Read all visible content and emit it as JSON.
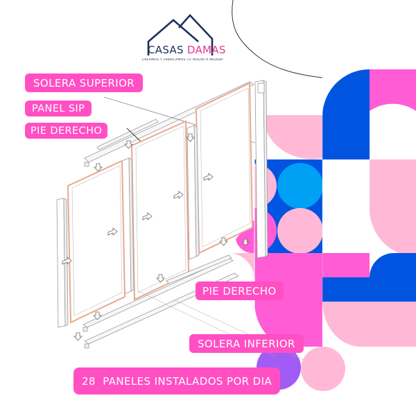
{
  "brand": {
    "name_part1": "CASAS",
    "name_part2": "DAMAS",
    "tagline": "CREAMOS Y FABRICAMOS TU HOGAR A MEDIDA",
    "navy": "#1c2e5c",
    "pink": "#e23a8c"
  },
  "labels": {
    "solera_superior": "SOLERA SUPERIOR",
    "panel_sip": "PANEL SIP",
    "pie_derecho_top": "PIE DERECHO",
    "pie_derecho_mid": "PIE DERECHO",
    "solera_inferior": "SOLERA INFERIOR",
    "paneles_por_dia": "28  PANELES INSTALADOS POR DIA"
  },
  "colors": {
    "tag_pink": "#ff4fc3",
    "hot_pink": "#ff5cd6",
    "light_pink": "#ffb9d6",
    "royal_blue": "#0054e0",
    "sky_blue": "#00a0f5",
    "purple": "#a05cf5",
    "panel_edge": "#e8a88c"
  },
  "icons": [
    "house-roof-logo-icon",
    "down-arrow-icon",
    "right-arrow-icon"
  ]
}
